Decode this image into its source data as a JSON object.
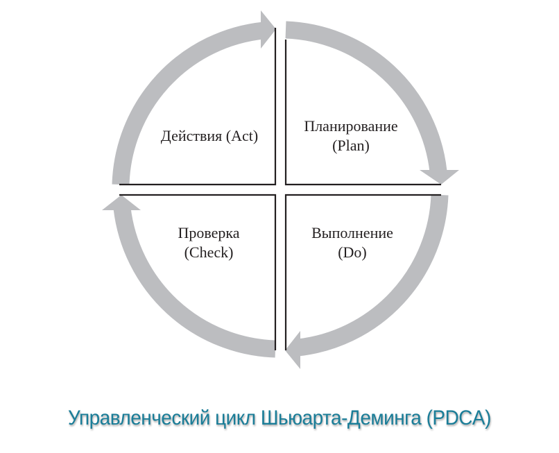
{
  "quadrants": {
    "act": {
      "line1": "Действия (Act)"
    },
    "plan": {
      "line1": "Планирование",
      "line2": "(Plan)"
    },
    "do": {
      "line1": "Выполнение",
      "line2": "(Do)"
    },
    "check": {
      "line1": "Проверка",
      "line2": "(Check)"
    }
  },
  "title": "Управленческий цикл Шьюарта-Деминга (PDCA)",
  "colors": {
    "arrow": "#bcbdc0",
    "line": "#231f20",
    "title": "#1a7d98"
  }
}
